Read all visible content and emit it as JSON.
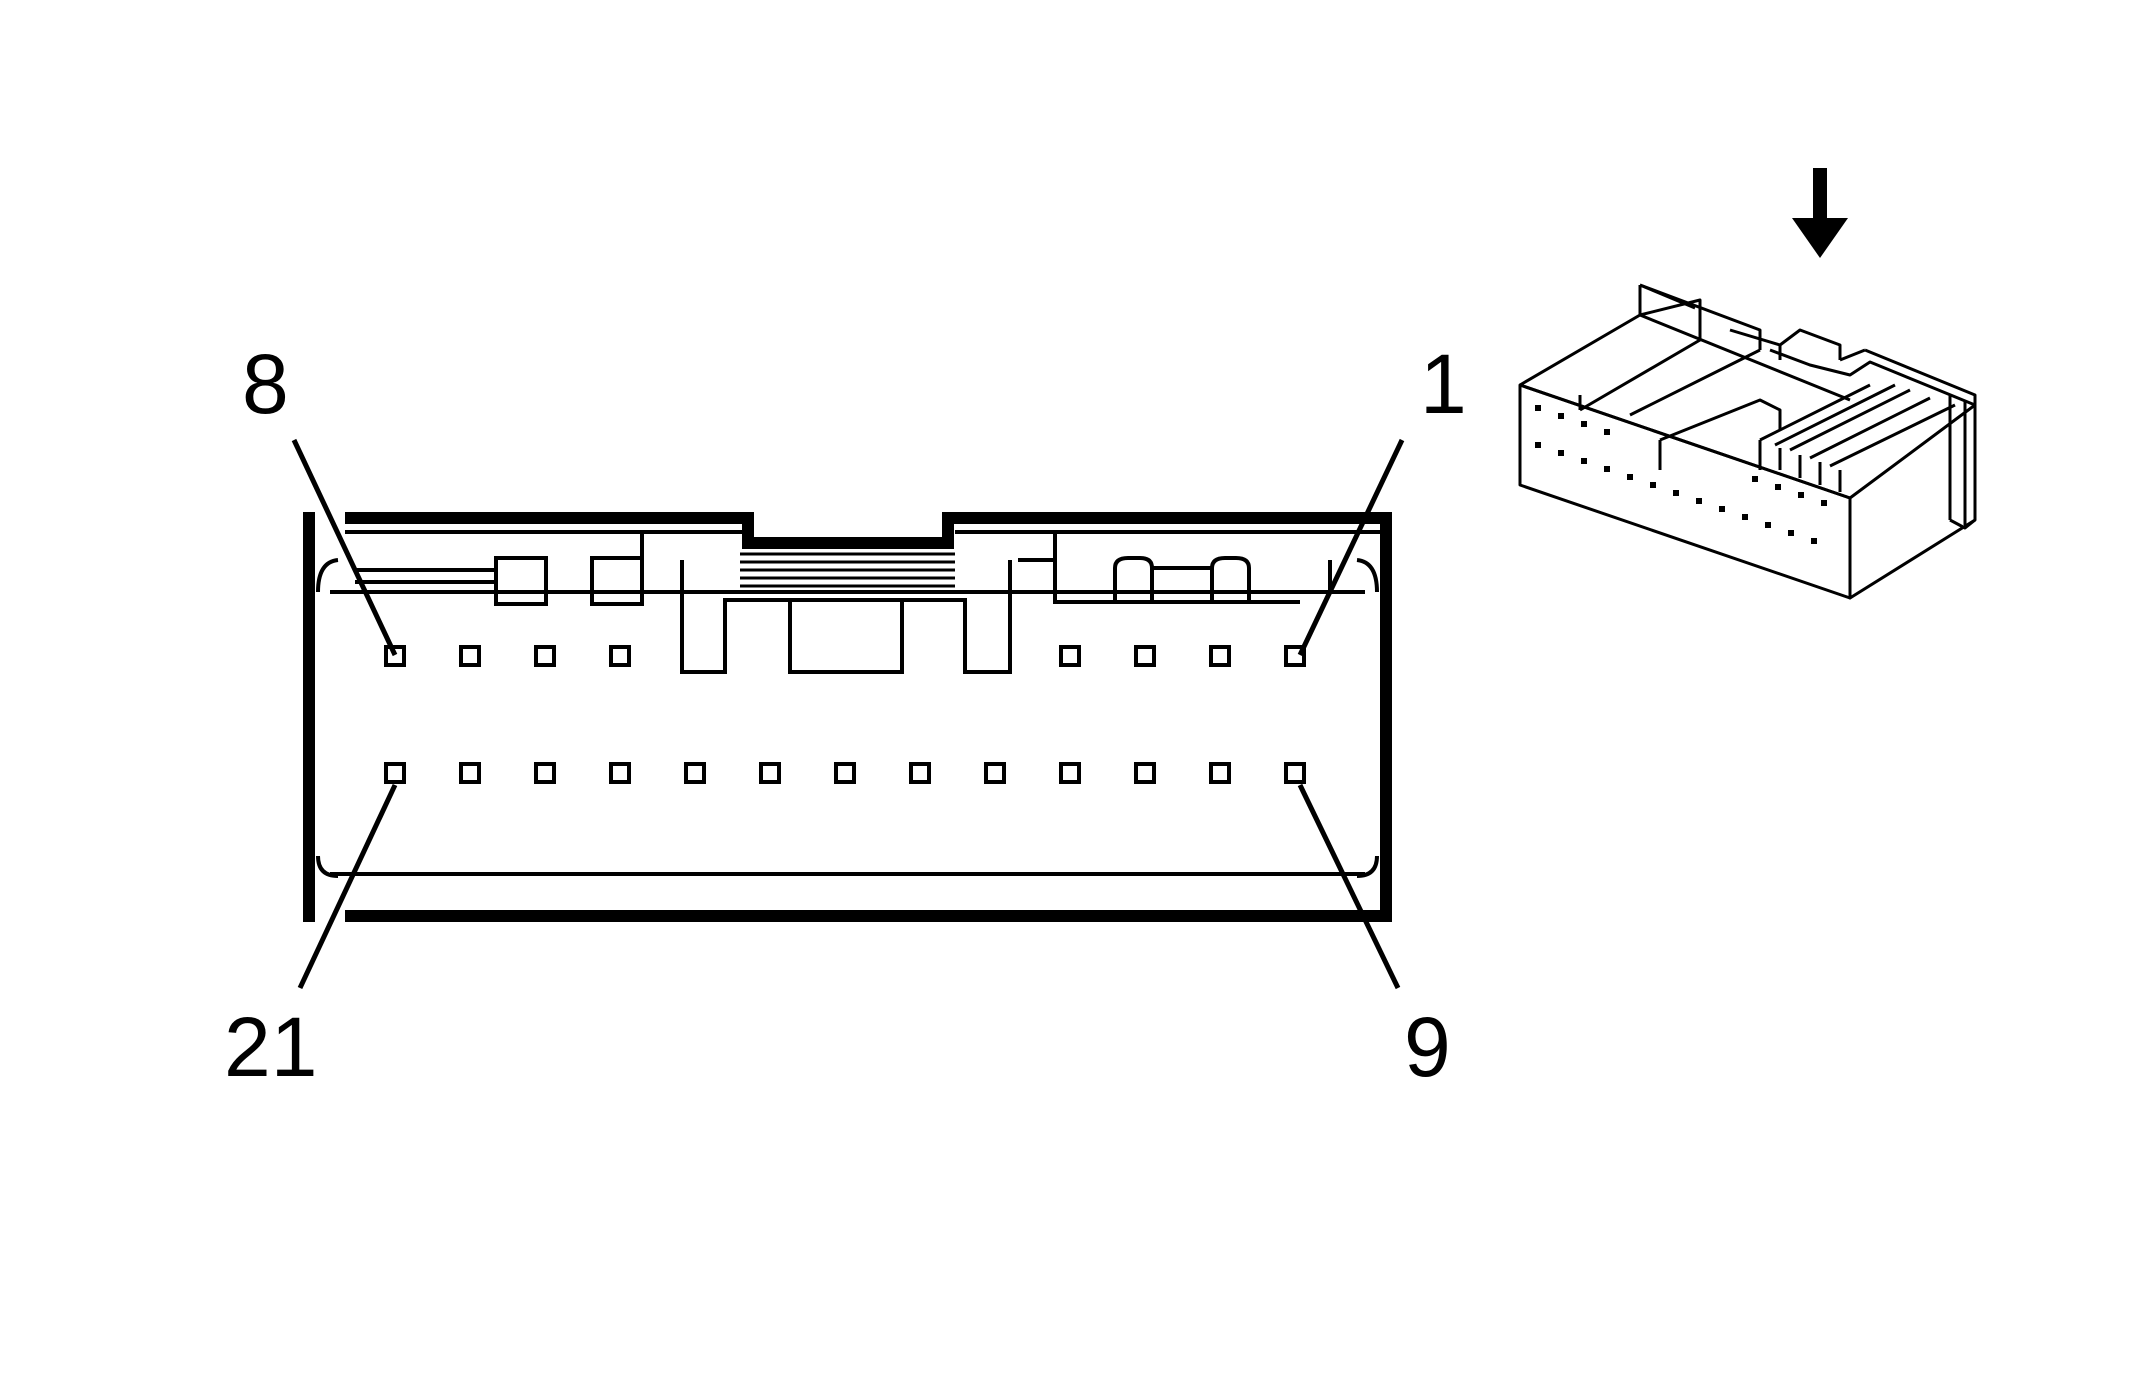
{
  "pin_labels": {
    "top_left": "8",
    "top_right": "1",
    "bottom_left": "21",
    "bottom_right": "9"
  },
  "connector": {
    "top_row_pin_count": 8,
    "bottom_row_pin_count": 13
  },
  "icons": {
    "view_direction": "down-arrow-icon",
    "isometric_view": "connector-iso-icon"
  },
  "colors": {
    "line": "#000000",
    "background": "#ffffff"
  }
}
